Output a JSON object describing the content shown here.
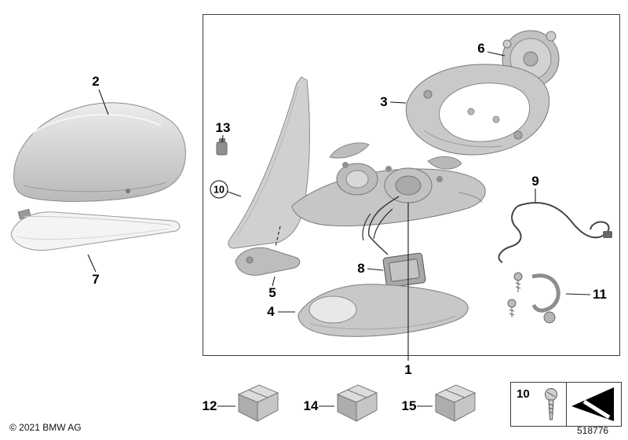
{
  "diagram": {
    "copyright": "© 2021 BMW AG",
    "document_number": "518776",
    "callouts": {
      "c1": "1",
      "c2": "2",
      "c3": "3",
      "c4": "4",
      "c5": "5",
      "c6": "6",
      "c7": "7",
      "c8": "8",
      "c9": "9",
      "c10": "10",
      "c11": "11",
      "c12": "12",
      "c13": "13",
      "c14": "14",
      "c15": "15"
    },
    "legend": {
      "item_number": "10"
    },
    "icons": {
      "screw": "screw-icon",
      "direction_arrow": "direction-arrow-icon",
      "parts_kit_box": "parts-box-icon"
    }
  }
}
